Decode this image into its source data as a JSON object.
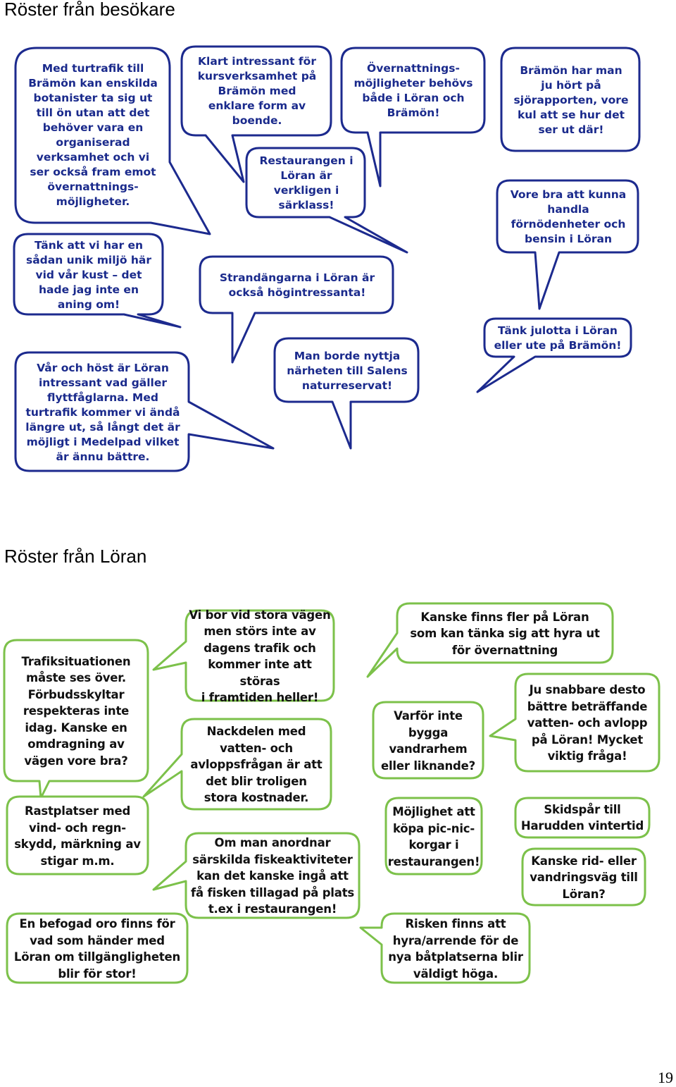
{
  "section1": {
    "title": "Röster från besökare",
    "bubbles": [
      "Med turtrafik till\nBrämön kan enskilda\nbotanister ta sig ut\ntill ön utan att det\nbehöver vara en\norganiserad\nverksamhet och vi\nser också fram emot\növernattnings-\nmöjligheter.",
      "Tänk att vi har en\nsådan unik miljö här\nvid vår kust – det\nhade jag inte en\naning om!",
      "Vår och höst är Löran\nintressant vad gäller\nflyttfåglarna. Med\nturtrafik kommer vi ändå\nlängre ut, så långt det är\nmöjligt i Medelpad vilket\när ännu bättre.",
      "Klart intressant för\nkursverksamhet på\nBrämön med\nenklare form av\nboende.",
      "Restaurangen i\nLöran är\nverkligen i\nsärklass!",
      "Strandängarna i Löran är\nockså högintressanta!",
      "Övernattnings-\nmöjligheter behövs\nbåde i Löran och\nBrämön!",
      "Man borde nyttja\nnärheten till Salens\nnaturreservat!",
      "Brämön har man\nju hört på\nsjörapporten, vore\nkul att se hur det\nser ut där!",
      "Vore bra att kunna\nhandla\nförnödenheter och\nbensin i Löran",
      "Tänk julotta i Löran\neller ute på Brämön!"
    ]
  },
  "section2": {
    "title": "Röster från Löran",
    "bubbles": [
      "Trafiksituationen\nmåste ses över.\nFörbudsskyltar\nrespekteras inte\nidag. Kanske en\nomdragning av\nvägen vore bra?",
      "Vi bor vid stora vägen\nmen störs inte av\ndagens trafik och\nkommer inte att störas\ni framtiden heller!",
      "Kanske finns fler på Löran\nsom kan tänka sig att hyra ut\nför övernattning",
      "Nackdelen med\nvatten- och\navloppsfrågan är att\ndet blir troligen\nstora kostnader.",
      "Varför inte\nbygga\nvandrarhem\neller liknande?",
      "Ju snabbare desto\nbättre beträffande\nvatten- och avlopp\npå Löran! Mycket\nviktig fråga!",
      "Rastplatser med\nvind- och regn-\nskydd, märkning av\nstigar m.m.",
      "Om man anordnar\nsärskilda fiskeaktiviteter\nkan det kanske ingå att\nfå fisken tillagad på plats\nt.ex i restaurangen!",
      "Möjlighet att\nköpa pic-nic-\nkorgar i\nrestaurangen!",
      "Skidspår till\nHarudden vintertid",
      "Kanske rid- eller\nvandringsväg till\nLöran?",
      "En befogad oro finns för\nvad som händer med\nLöran om tillgängligheten\nblir för stor!",
      "Risken finns att\nhyra/arrende för de\nnya båtplatserna blir\nväldigt höga."
    ]
  },
  "page_number": "19",
  "colors": {
    "blue_outline": "#1c2a8e",
    "blue_text": "#1a2a8c",
    "green_outline": "#7cc14a"
  }
}
